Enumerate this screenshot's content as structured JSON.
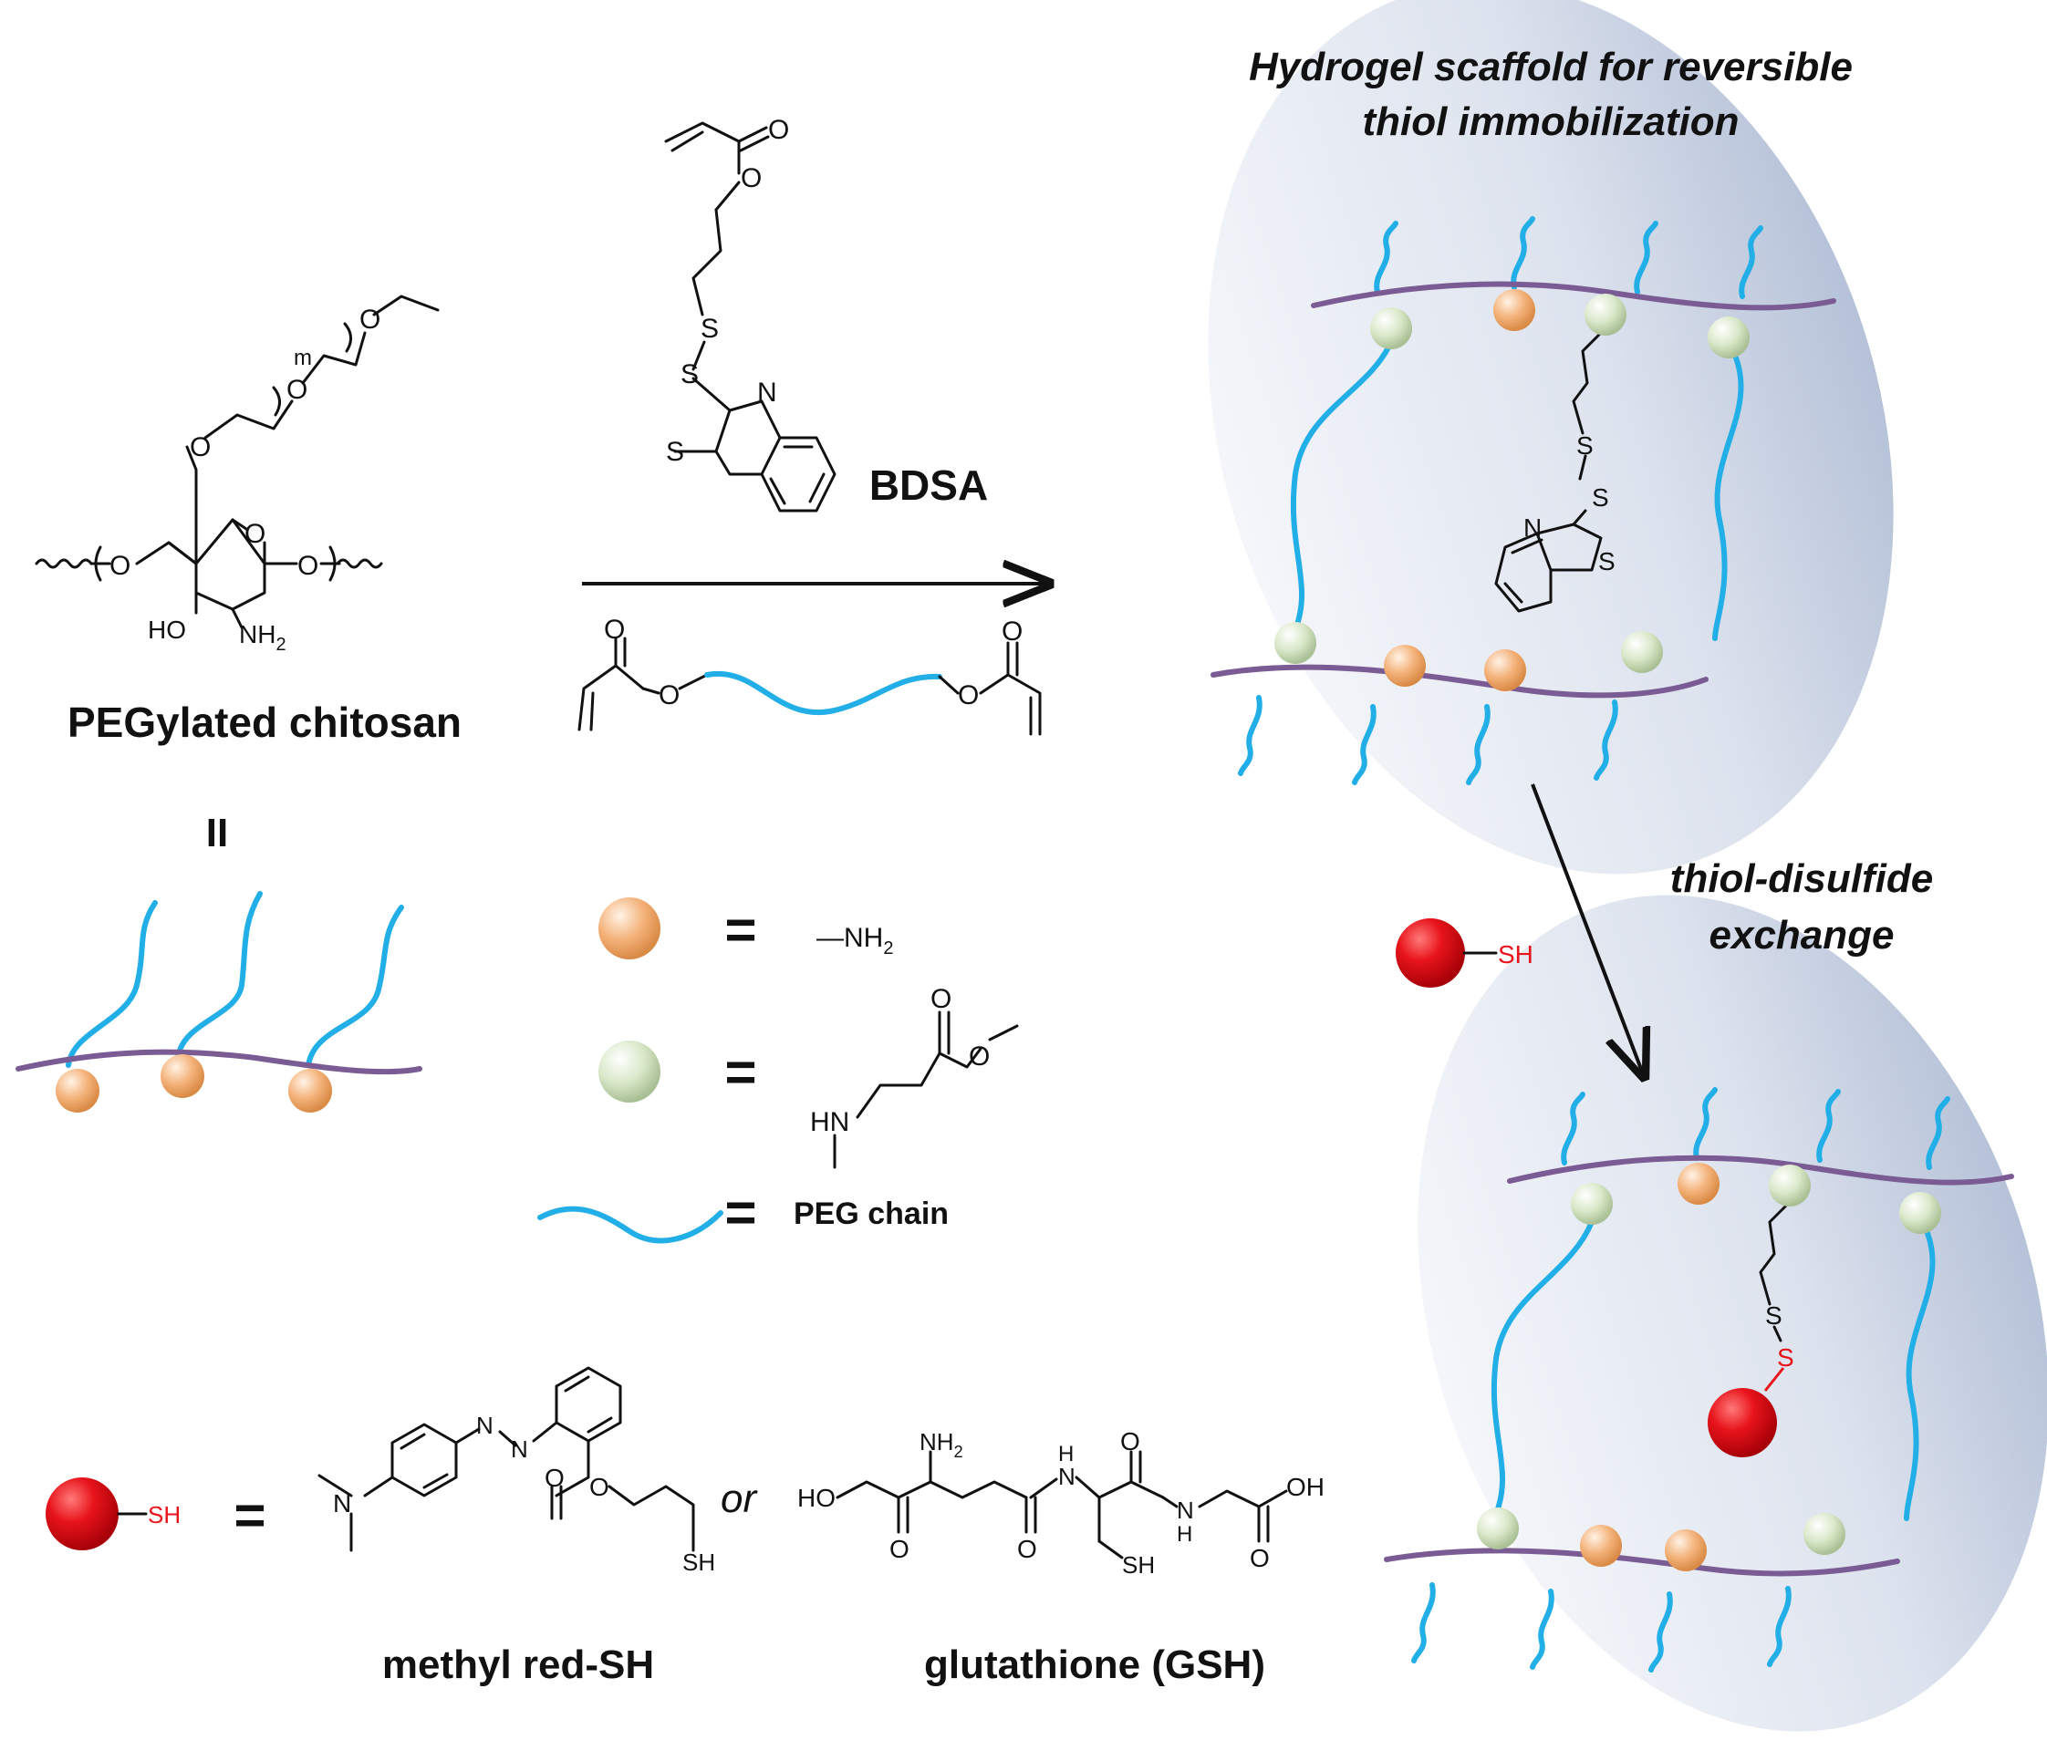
{
  "labels": {
    "pegylated_chitosan": "PEGylated chitosan",
    "equals_vertical": "II",
    "bdsa": "BDSA",
    "scaffold_title_line1": "Hydrogel scaffold for reversible",
    "scaffold_title_line2": "thiol immobilization",
    "exchange_line1": "thiol-disulfide",
    "exchange_line2": "exchange",
    "amine_group": "—NH",
    "amine_sub": "2",
    "peg_chain": "PEG chain",
    "methyl_red": "methyl red-SH",
    "glutathione": "glutathione (GSH)",
    "or": "or",
    "sh": "SH",
    "equals": "="
  },
  "atoms": {
    "O": "O",
    "S": "S",
    "N": "N",
    "HO": "HO",
    "NH2": "NH",
    "sub2": "2",
    "HN": "HN",
    "H": "H",
    "OH": "OH",
    "m": "m"
  },
  "colors": {
    "peg": "#22aee6",
    "backbone": "#7a5b93",
    "amine_bead": "#f4b27a",
    "ester_bead": "#d9e8c9",
    "thiol_bead": "#e8141b",
    "sh_text": "#e8141b"
  }
}
